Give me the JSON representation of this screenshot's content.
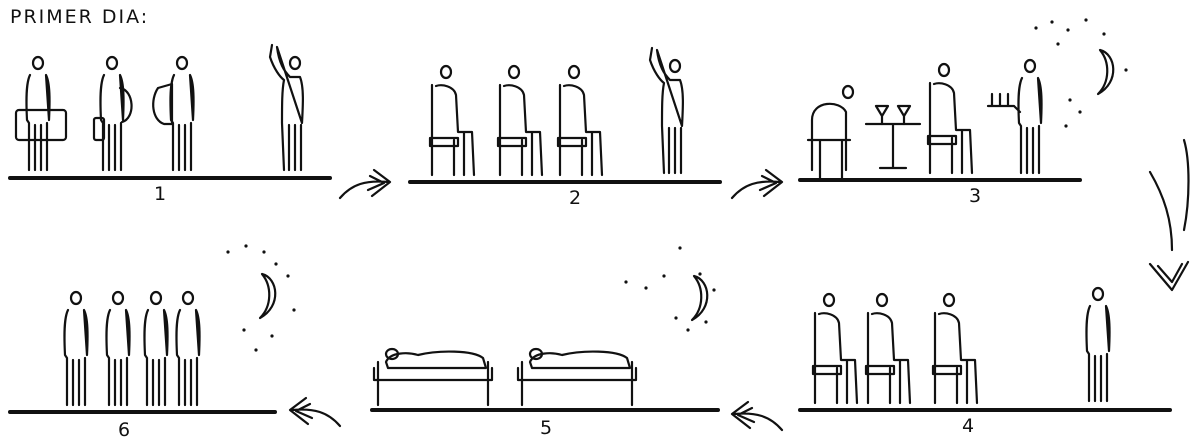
{
  "title": "PRIMER DIA:",
  "scenes": [
    {
      "number": "1"
    },
    {
      "number": "2"
    },
    {
      "number": "3"
    },
    {
      "number": "4"
    },
    {
      "number": "5"
    },
    {
      "number": "6"
    }
  ]
}
